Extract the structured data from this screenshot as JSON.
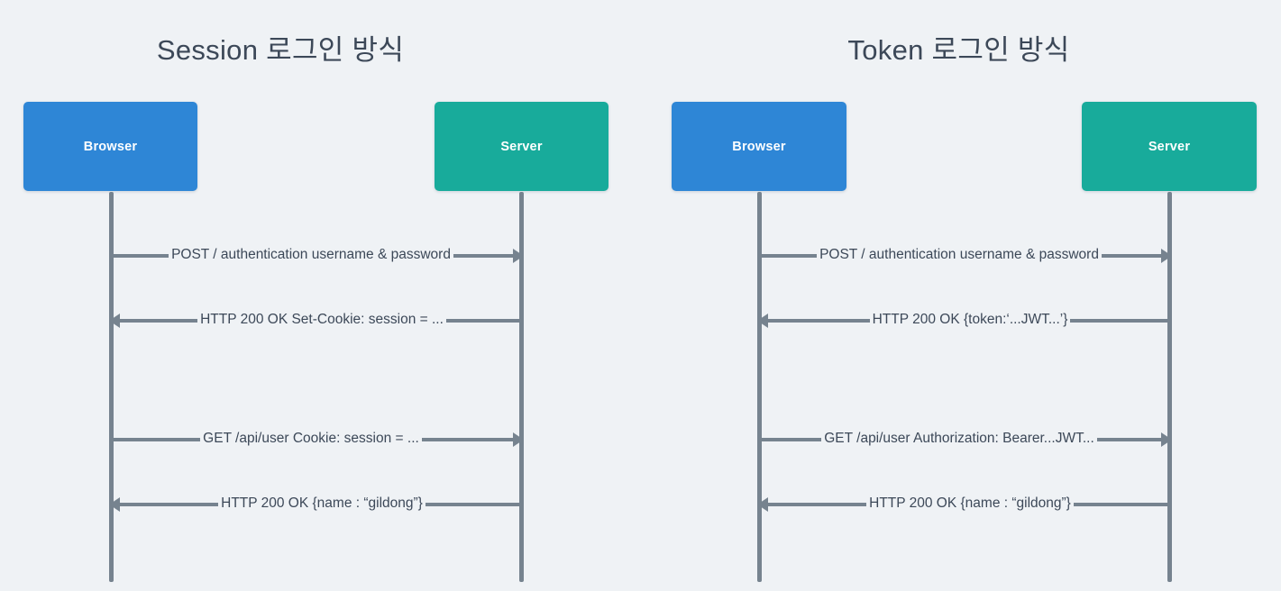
{
  "background_color": "#eff2f5",
  "colors": {
    "browser_box": "#2e86d6",
    "server_box": "#18ab9b",
    "lifeline": "#76838f",
    "text": "#3c4858",
    "box_label": "#ffffff"
  },
  "diagrams": [
    {
      "title": "Session 로그인 방식",
      "actors": [
        {
          "name": "Browser",
          "role": "browser"
        },
        {
          "name": "Server",
          "role": "server"
        }
      ],
      "messages": [
        {
          "text": "POST / authentication username & password",
          "direction": "right"
        },
        {
          "text": "HTTP 200 OK Set-Cookie: session = ...",
          "direction": "left"
        },
        {
          "text": "GET /api/user Cookie: session = ...",
          "direction": "right"
        },
        {
          "text": "HTTP 200 OK {name : “gildong”}",
          "direction": "left"
        }
      ]
    },
    {
      "title": "Token 로그인 방식",
      "actors": [
        {
          "name": "Browser",
          "role": "browser"
        },
        {
          "name": "Server",
          "role": "server"
        }
      ],
      "messages": [
        {
          "text": "POST / authentication username & password",
          "direction": "right"
        },
        {
          "text": "HTTP 200 OK {token:‘...JWT...’}",
          "direction": "left"
        },
        {
          "text": "GET /api/user Authorization: Bearer...JWT...",
          "direction": "right"
        },
        {
          "text": "HTTP 200 OK {name : “gildong”}",
          "direction": "left"
        }
      ]
    }
  ]
}
